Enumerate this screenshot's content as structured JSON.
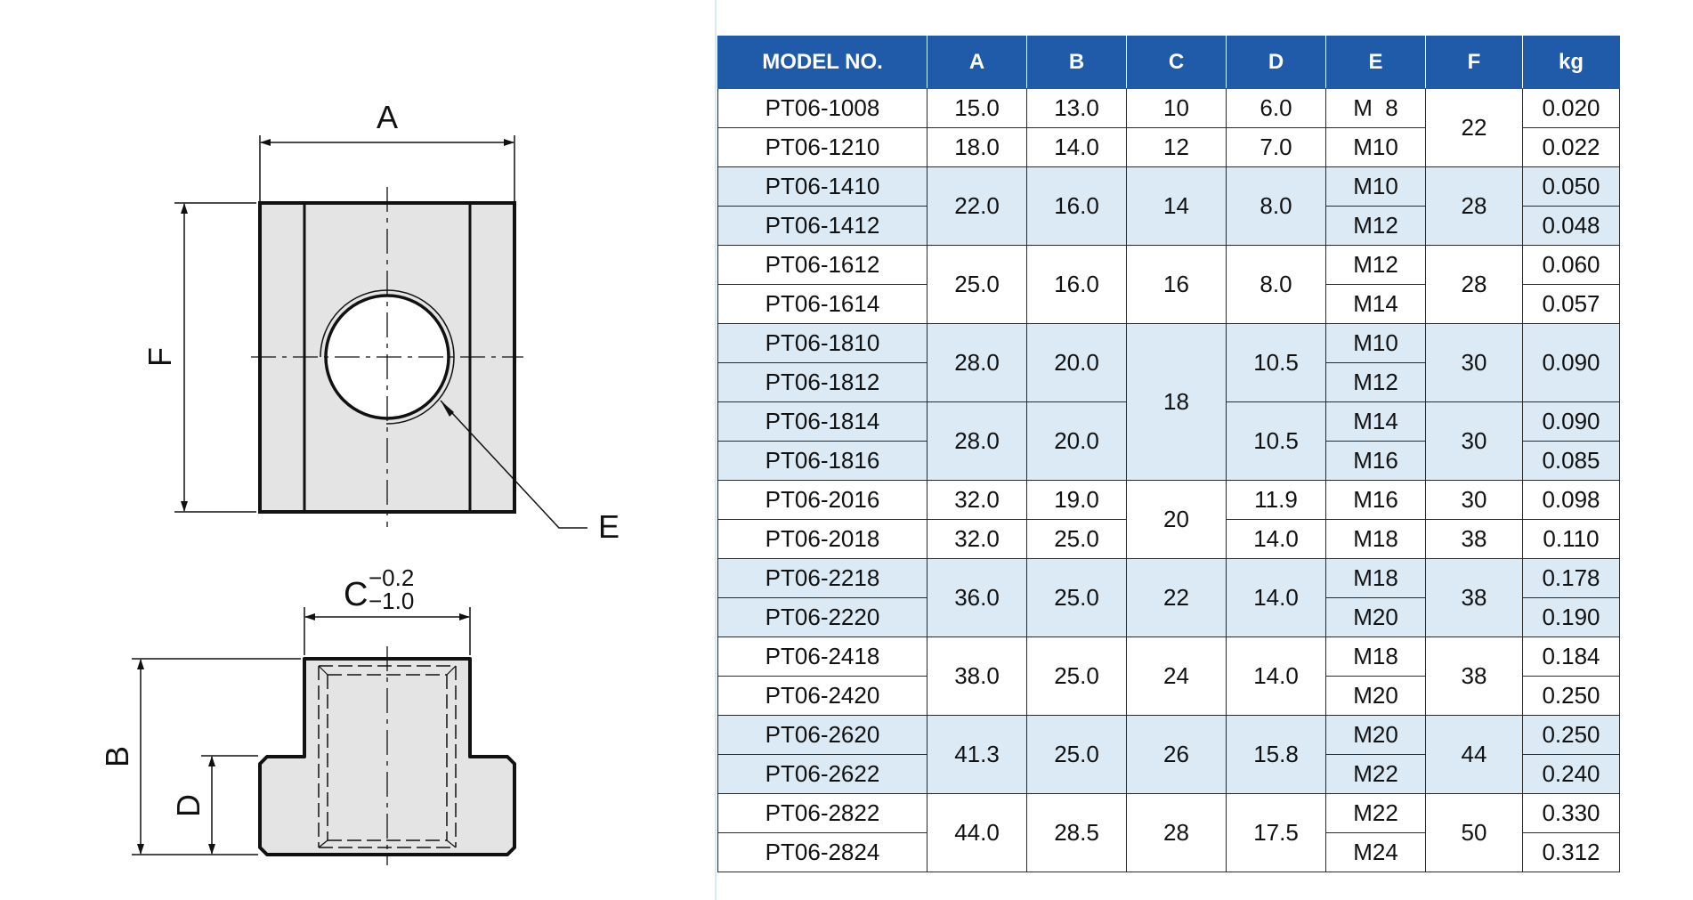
{
  "drawing": {
    "top_view": {
      "dim_width_label": "A",
      "dim_height_label": "F",
      "thread_label": "E"
    },
    "side_view": {
      "dim_neck_label": "C",
      "tolerance_upper": "−0.2",
      "tolerance_lower": "−1.0",
      "dim_total_height_label": "B",
      "dim_flange_height_label": "D"
    }
  },
  "table": {
    "headers": [
      "MODEL NO.",
      "A",
      "B",
      "C",
      "D",
      "E",
      "F",
      "kg"
    ],
    "colors": {
      "header_bg": "#1f5ba9",
      "header_text": "#ffffff",
      "shade": "#dbeaf5"
    },
    "rows": [
      {
        "model": "PT06-1008",
        "A": "15.0",
        "B": "13.0",
        "C": "10",
        "D": "6.0",
        "E": "M  8",
        "F": "22",
        "kg": "0.020"
      },
      {
        "model": "PT06-1210",
        "A": "18.0",
        "B": "14.0",
        "C": "12",
        "D": "7.0",
        "E": "M10",
        "F": "",
        "kg": "0.022"
      },
      {
        "model": "PT06-1410",
        "A": "22.0",
        "B": "16.0",
        "C": "14",
        "D": "8.0",
        "E": "M10",
        "F": "28",
        "kg": "0.050"
      },
      {
        "model": "PT06-1412",
        "A": "",
        "B": "",
        "C": "",
        "D": "",
        "E": "M12",
        "F": "",
        "kg": "0.048"
      },
      {
        "model": "PT06-1612",
        "A": "25.0",
        "B": "16.0",
        "C": "16",
        "D": "8.0",
        "E": "M12",
        "F": "28",
        "kg": "0.060"
      },
      {
        "model": "PT06-1614",
        "A": "",
        "B": "",
        "C": "",
        "D": "",
        "E": "M14",
        "F": "",
        "kg": "0.057"
      },
      {
        "model": "PT06-1810",
        "A": "28.0",
        "B": "20.0",
        "C": "18",
        "D": "10.5",
        "E": "M10",
        "F": "30",
        "kg": "0.090"
      },
      {
        "model": "PT06-1812",
        "A": "",
        "B": "",
        "C": "",
        "D": "",
        "E": "M12",
        "F": "",
        "kg": ""
      },
      {
        "model": "PT06-1814",
        "A": "28.0",
        "B": "20.0",
        "C": "",
        "D": "10.5",
        "E": "M14",
        "F": "30",
        "kg": "0.090"
      },
      {
        "model": "PT06-1816",
        "A": "",
        "B": "",
        "C": "",
        "D": "",
        "E": "M16",
        "F": "",
        "kg": "0.085"
      },
      {
        "model": "PT06-2016",
        "A": "32.0",
        "B": "19.0",
        "C": "20",
        "D": "11.9",
        "E": "M16",
        "F": "30",
        "kg": "0.098"
      },
      {
        "model": "PT06-2018",
        "A": "32.0",
        "B": "25.0",
        "C": "",
        "D": "14.0",
        "E": "M18",
        "F": "38",
        "kg": "0.110"
      },
      {
        "model": "PT06-2218",
        "A": "36.0",
        "B": "25.0",
        "C": "22",
        "D": "14.0",
        "E": "M18",
        "F": "38",
        "kg": "0.178"
      },
      {
        "model": "PT06-2220",
        "A": "",
        "B": "",
        "C": "",
        "D": "",
        "E": "M20",
        "F": "",
        "kg": "0.190"
      },
      {
        "model": "PT06-2418",
        "A": "38.0",
        "B": "25.0",
        "C": "24",
        "D": "14.0",
        "E": "M18",
        "F": "38",
        "kg": "0.184"
      },
      {
        "model": "PT06-2420",
        "A": "",
        "B": "",
        "C": "",
        "D": "",
        "E": "M20",
        "F": "",
        "kg": "0.250"
      },
      {
        "model": "PT06-2620",
        "A": "41.3",
        "B": "25.0",
        "C": "26",
        "D": "15.8",
        "E": "M20",
        "F": "44",
        "kg": "0.250"
      },
      {
        "model": "PT06-2622",
        "A": "",
        "B": "",
        "C": "",
        "D": "",
        "E": "M22",
        "F": "",
        "kg": "0.240"
      },
      {
        "model": "PT06-2822",
        "A": "44.0",
        "B": "28.5",
        "C": "28",
        "D": "17.5",
        "E": "M22",
        "F": "50",
        "kg": "0.330"
      },
      {
        "model": "PT06-2824",
        "A": "",
        "B": "",
        "C": "",
        "D": "",
        "E": "M24",
        "F": "",
        "kg": "0.312"
      }
    ]
  }
}
